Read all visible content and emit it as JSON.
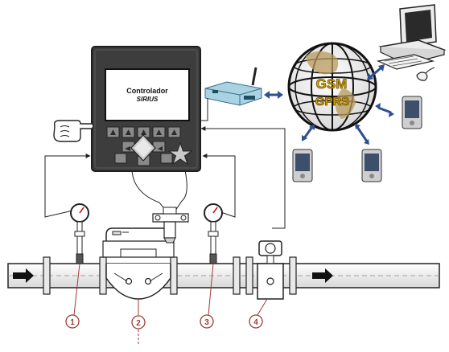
{
  "controller": {
    "line1": "Controlador",
    "line2": "SIRIUS"
  },
  "network": {
    "line1": "GSM",
    "line2": "GPRS"
  },
  "callouts": [
    "1",
    "2",
    "3",
    "4"
  ],
  "colors": {
    "panel": "#3d3d3d",
    "panel_edge": "#1e1e1e",
    "screen": "#ffffff",
    "link_arrow": "#2f4f8f",
    "flow_arrow": "#111111",
    "callout": "#9c3b33",
    "pipe": "#f4f4f4",
    "modem": "#7fb6cf",
    "globe_text": "#d8a400"
  }
}
